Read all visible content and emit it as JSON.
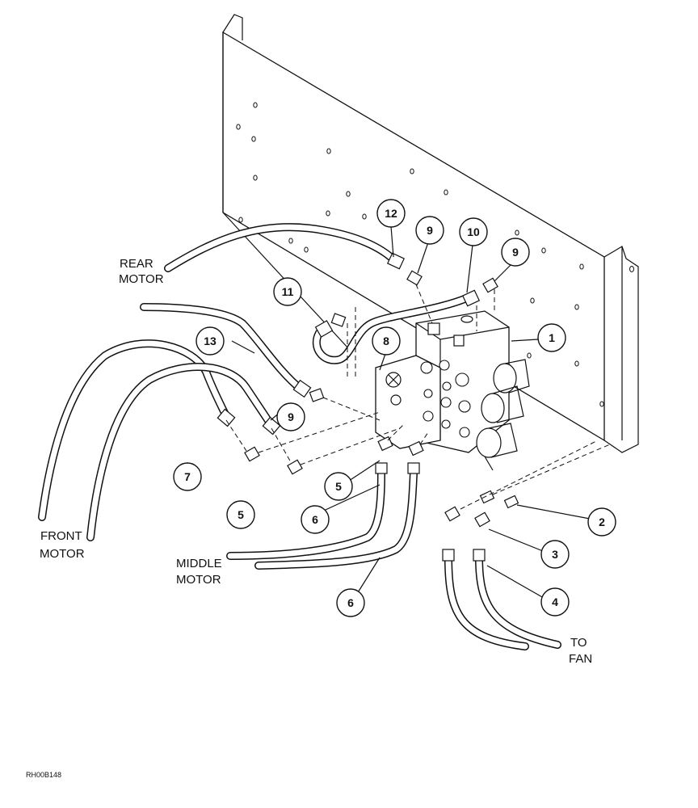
{
  "labels": {
    "rear_motor": [
      "REAR",
      "MOTOR"
    ],
    "front_motor": [
      "FRONT",
      "MOTOR"
    ],
    "middle_motor": [
      "MIDDLE",
      "MOTOR"
    ],
    "to_fan": [
      "TO",
      "FAN"
    ]
  },
  "callouts": {
    "c1": "1",
    "c2": "2",
    "c3": "3",
    "c4": "4",
    "c5a": "5",
    "c5b": "5",
    "c6a": "6",
    "c6b": "6",
    "c7": "7",
    "c8": "8",
    "c9a": "9",
    "c9b": "9",
    "c9c": "9",
    "c10": "10",
    "c11": "11",
    "c12": "12",
    "c13": "13"
  },
  "drawing_code": "RH00B148"
}
